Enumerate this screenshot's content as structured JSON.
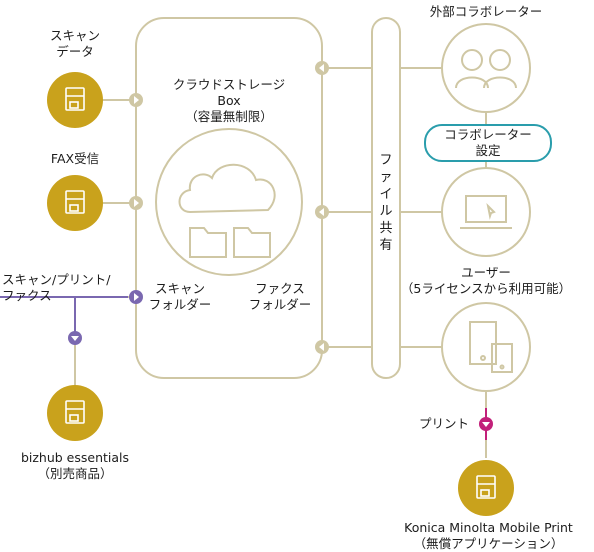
{
  "colors": {
    "line": "#cfc7a4",
    "gold": "#c9a21c",
    "purple": "#7a68b0",
    "magenta": "#c2207a",
    "teal": "#2a9dac"
  },
  "devices": {
    "scan_data": {
      "label": "スキャン\nデータ",
      "icon": "printer-icon"
    },
    "fax": {
      "label": "FAX受信",
      "icon": "printer-icon"
    },
    "scan_print_fax": {
      "label": "スキャン/プリント/\nファクス"
    },
    "bizhub": {
      "label": "bizhub essentials\n（別売商品）",
      "icon": "printer-icon"
    },
    "konica": {
      "label": "Konica Minolta Mobile Print\n（無償アプリケーション）",
      "icon": "printer-icon"
    }
  },
  "cloud": {
    "title": "クラウドストレージ\nBox\n（容量無制限）",
    "icon": "cloud-icon",
    "scan_folder": "スキャン\nフォルダー",
    "fax_folder": "ファクス\nフォルダー"
  },
  "file_share": {
    "label": "ファイル共有"
  },
  "right": {
    "collaborator": {
      "label": "外部コラボレーター",
      "icon": "users-icon"
    },
    "collaborator_setting": {
      "label": "コラボレーター\n設定"
    },
    "user": {
      "label": "ユーザー\n（5ライセンスから利用可能）",
      "icon": "laptop-icon"
    },
    "mobile": {
      "icon": "mobile-devices-icon"
    },
    "print": {
      "label": "プリント"
    }
  }
}
